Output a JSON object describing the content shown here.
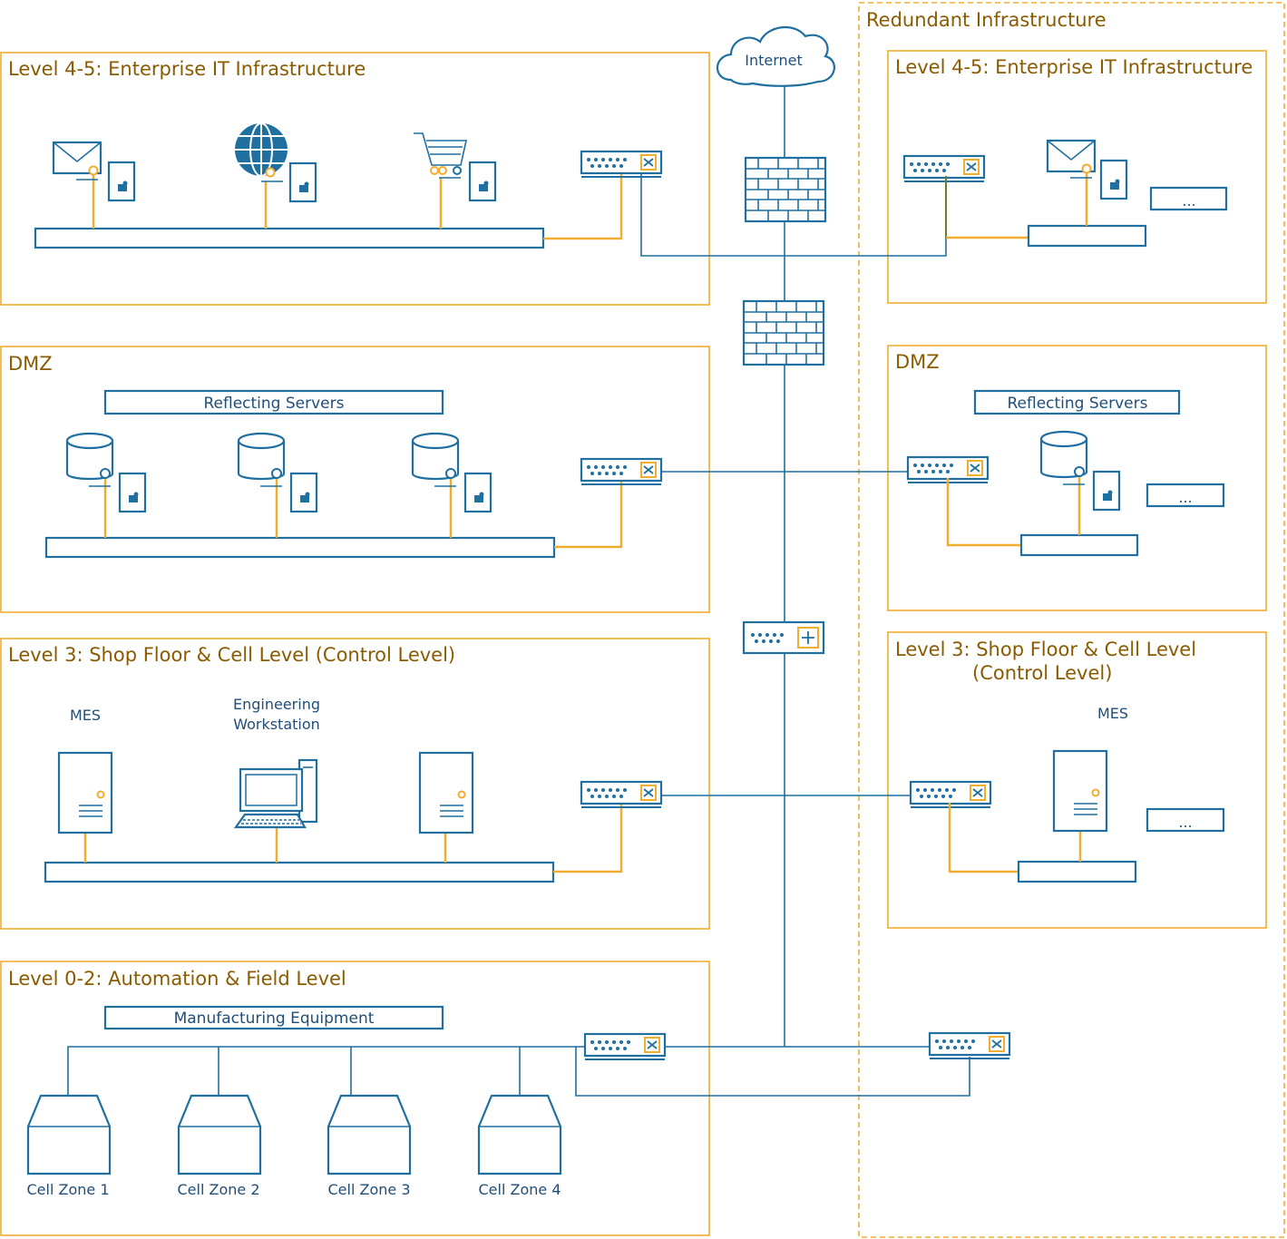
{
  "redundant_title": "Redundant Infrastructure",
  "internet_label": "Internet",
  "left": {
    "enterprise_title": "Level 4-5: Enterprise IT Infrastructure",
    "dmz_title": "DMZ",
    "reflecting_servers": "Reflecting Servers",
    "control_title": "Level 3: Shop Floor & Cell Level (Control Level)",
    "mes_label": "MES",
    "engineering_label_1": "Engineering",
    "engineering_label_2": "Workstation",
    "field_title": "Level 0-2: Automation & Field Level",
    "manufacturing_equipment": "Manufacturing Equipment",
    "cell_zones": [
      "Cell Zone 1",
      "Cell Zone 2",
      "Cell Zone 3",
      "Cell Zone 4"
    ]
  },
  "right": {
    "enterprise_title": "Level 4-5: Enterprise IT Infrastructure",
    "dmz_title": "DMZ",
    "reflecting_servers": "Reflecting Servers",
    "control_title_1": "Level 3: Shop Floor & Cell Level",
    "control_title_2": "(Control Level)",
    "mes_label": "MES",
    "ellipsis": "..."
  },
  "icons": [
    "email-server-icon",
    "web-server-icon",
    "shop-server-icon",
    "switch-icon",
    "firewall-icon",
    "router-icon",
    "database-icon",
    "tower-server-icon",
    "workstation-icon",
    "cloud-icon",
    "cell-zone-icon"
  ]
}
